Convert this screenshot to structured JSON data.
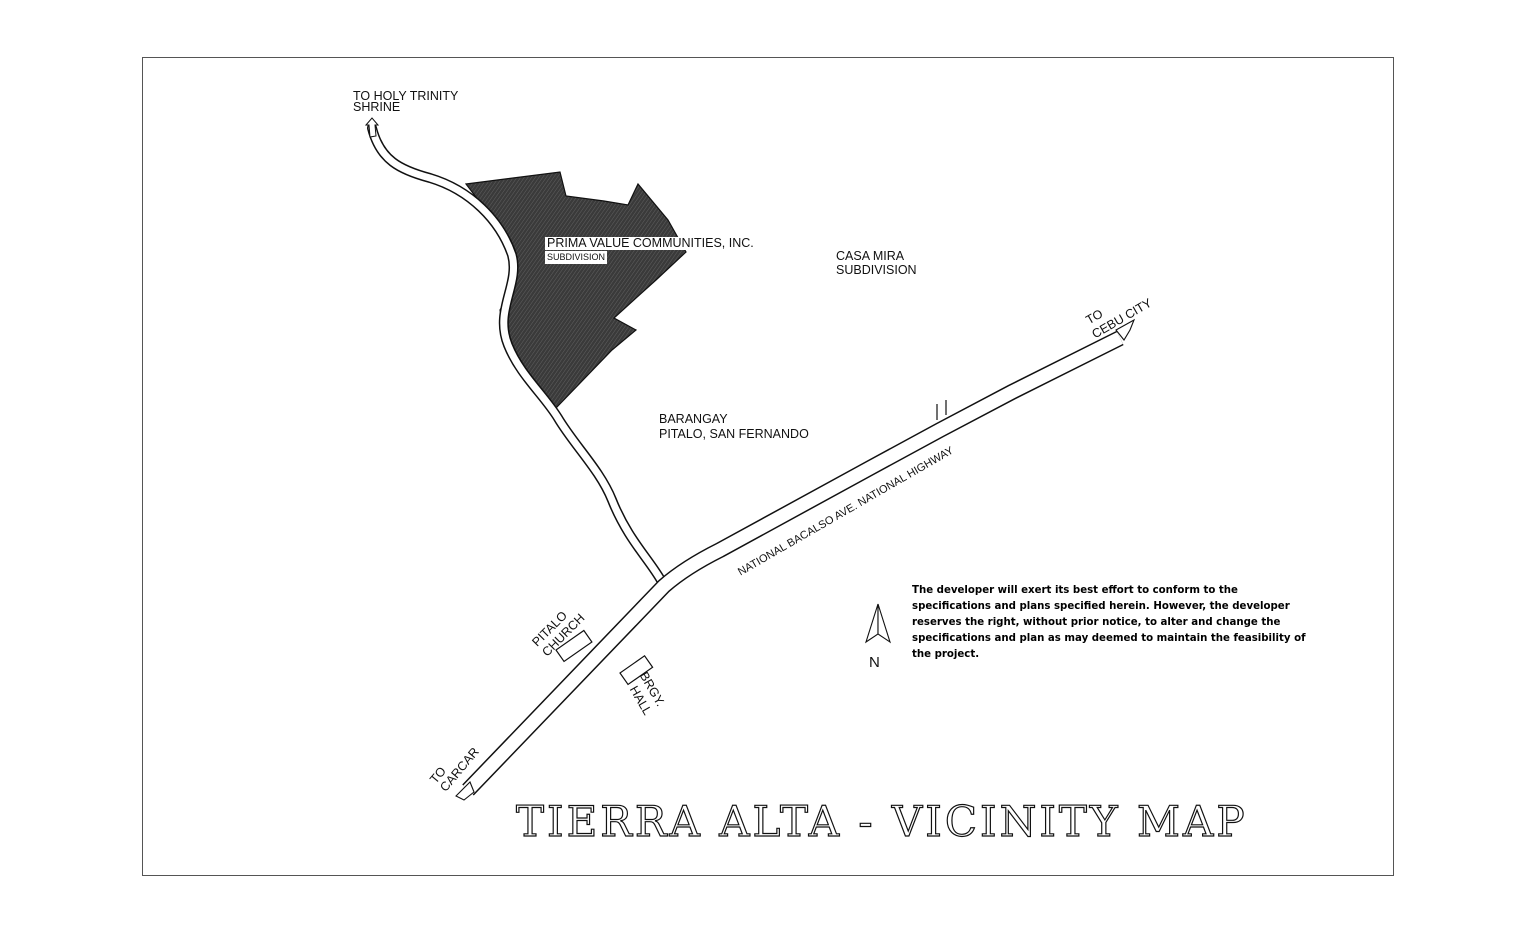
{
  "map": {
    "title": "TIERRA ALTA - VICINITY MAP",
    "north_label": "N",
    "labels": {
      "holy_trinity": "TO HOLY TRINITY",
      "holy_trinity_2": "SHRINE",
      "prima": "PRIMA VALUE COMMUNITIES, INC.",
      "prima_sub": "SUBDIVISION",
      "casa_mira": "CASA MIRA",
      "casa_mira_2": "SUBDIVISION",
      "barangay": "BARANGAY",
      "barangay_2": "PITALO, SAN FERNANDO",
      "cebu_to": "TO",
      "cebu_city": "CEBU CITY",
      "highway": "NATIONAL BACALSO AVE. NATIONAL HIGHWAY",
      "pitalo": "PITALO",
      "church": "CHURCH",
      "brgy": "BRGY.",
      "hall": "HALL",
      "carcar_to": "TO",
      "carcar": "CARCAR"
    },
    "disclaimer": "The developer will exert its best effort to conform to the specifications and plans specified herein. However, the developer reserves the right, without prior notice, to alter and change the specifications and plan as may deemed to maintain the feasibility of the project."
  }
}
